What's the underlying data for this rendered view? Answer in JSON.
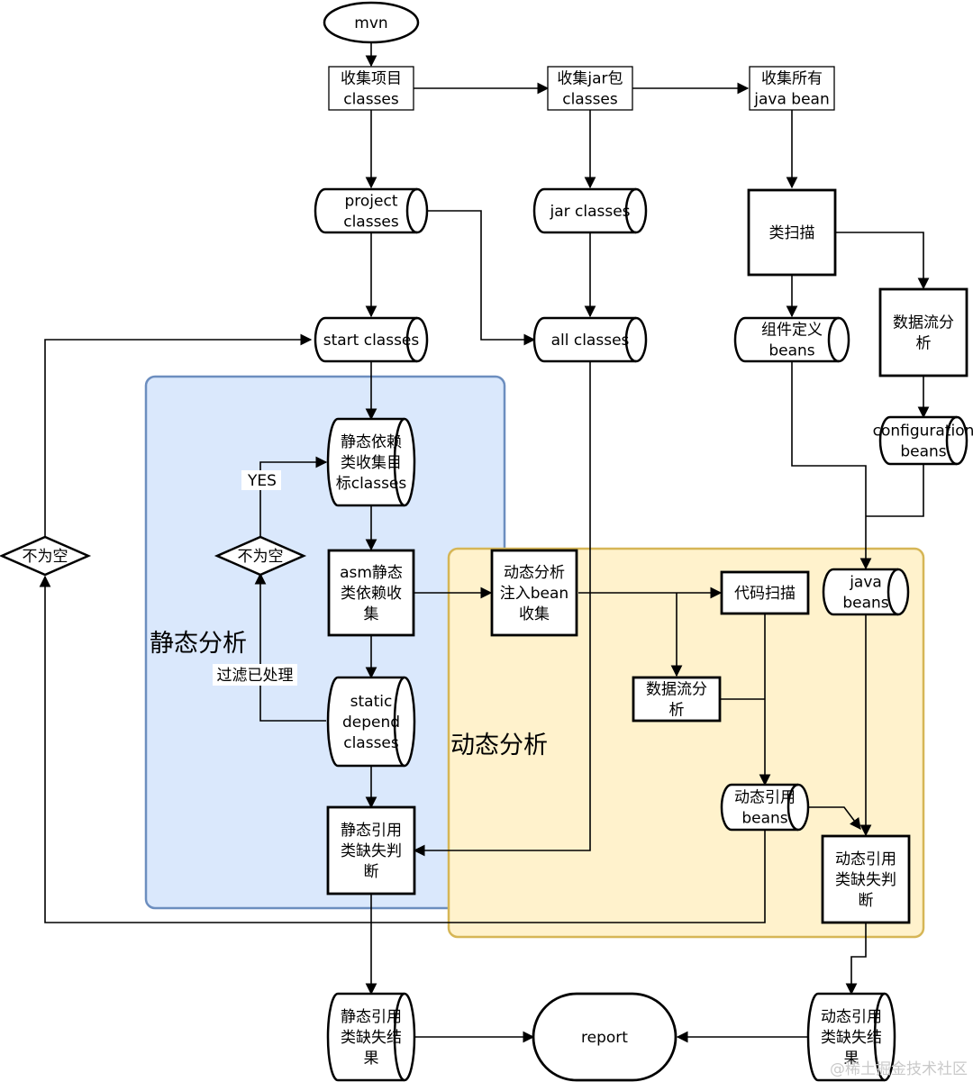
{
  "zones": {
    "static": "静态分析",
    "dynamic": "动态分析"
  },
  "nodes": {
    "mvn": [
      "mvn"
    ],
    "collect_project": [
      "收集项目",
      "classes"
    ],
    "collect_jar": [
      "收集jar包",
      "classes"
    ],
    "collect_bean": [
      "收集所有",
      "java bean"
    ],
    "project_classes": [
      "project",
      "classes"
    ],
    "jar_classes": [
      "jar classes"
    ],
    "class_scan": [
      "类扫描"
    ],
    "start_classes": [
      "start classes"
    ],
    "all_classes": [
      "all classes"
    ],
    "component_beans": [
      "组件定义",
      "beans"
    ],
    "dataflow_right": [
      "数据流分",
      "析"
    ],
    "configuration_beans": [
      "configuration",
      "beans"
    ],
    "static_target": [
      "静态依赖",
      "类收集目",
      "标classes"
    ],
    "not_empty_left": [
      "不为空"
    ],
    "not_empty_inner": [
      "不为空"
    ],
    "asm_collect": [
      "asm静态",
      "类依赖收",
      "集"
    ],
    "dynamic_inject": [
      "动态分析",
      "注入bean",
      "收集"
    ],
    "code_scan": [
      "代码扫描"
    ],
    "java_beans": [
      "java",
      "beans"
    ],
    "dataflow_mid": [
      "数据流分",
      "析"
    ],
    "static_depend": [
      "static",
      "depend",
      "classes"
    ],
    "dynamic_ref_beans": [
      "动态引用",
      "beans"
    ],
    "static_missing": [
      "静态引用",
      "类缺失判",
      "断"
    ],
    "dynamic_missing": [
      "动态引用",
      "类缺失判",
      "断"
    ],
    "static_result": [
      "静态引用",
      "类缺失结",
      "果"
    ],
    "report": [
      "report"
    ],
    "dynamic_result": [
      "动态引用",
      "类缺失结",
      "果"
    ]
  },
  "edge_labels": {
    "yes": "YES",
    "filter": "过滤已处理"
  },
  "watermark": "@稀土掘金技术社区"
}
